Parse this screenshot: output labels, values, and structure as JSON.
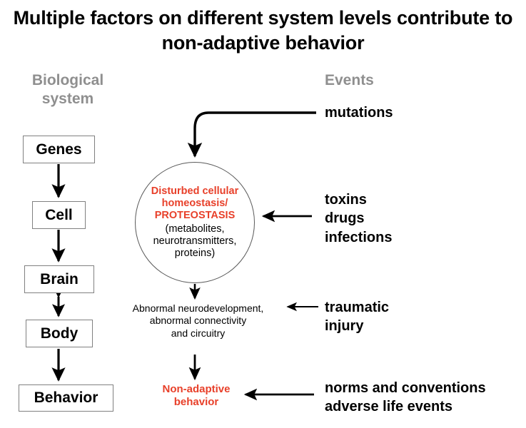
{
  "title": "Multiple factors on different system levels\ncontribute to non-adaptive behavior",
  "colors": {
    "accent_red": "#e8402a",
    "header_gray": "#8f8f8f",
    "box_border": "#808080",
    "text_black": "#000000",
    "background": "#ffffff"
  },
  "columns": {
    "biological_system_header": "Biological\nsystem",
    "events_header": "Events"
  },
  "biological_system": {
    "nodes": [
      {
        "label": "Genes"
      },
      {
        "label": "Cell"
      },
      {
        "label": "Brain"
      },
      {
        "label": "Body"
      },
      {
        "label": "Behavior"
      }
    ],
    "connections": [
      {
        "from": "Genes",
        "to": "Cell",
        "type": "arrow-down"
      },
      {
        "from": "Cell",
        "to": "Brain",
        "type": "arrow-down"
      },
      {
        "from": "Brain",
        "to": "Body",
        "type": "arrow-bidirectional"
      },
      {
        "from": "Body",
        "to": "Behavior",
        "type": "arrow-down"
      }
    ]
  },
  "center": {
    "circle_red_text": "Disturbed cellular\nhomeostasis/\nPROTEOSTASIS",
    "circle_black_text": "(metabolites,\nneurotransmitters,\nproteins)",
    "mid_text": "Abnormal neurodevelopment,\nabnormal connectivity\nand circuitry",
    "outcome_text": "Non-adaptive\nbehavior"
  },
  "events": [
    {
      "label": "mutations",
      "target": "disturbed-cellular-homeostasis",
      "arrow": "curved-down"
    },
    {
      "label": "toxins\ndrugs\ninfections",
      "target": "disturbed-cellular-homeostasis",
      "arrow": "left"
    },
    {
      "label": "traumatic\ninjury",
      "target": "abnormal-neurodevelopment",
      "arrow": "left-short"
    },
    {
      "label": "norms and conventions\nadverse life events",
      "target": "non-adaptive-behavior",
      "arrow": "left"
    }
  ]
}
